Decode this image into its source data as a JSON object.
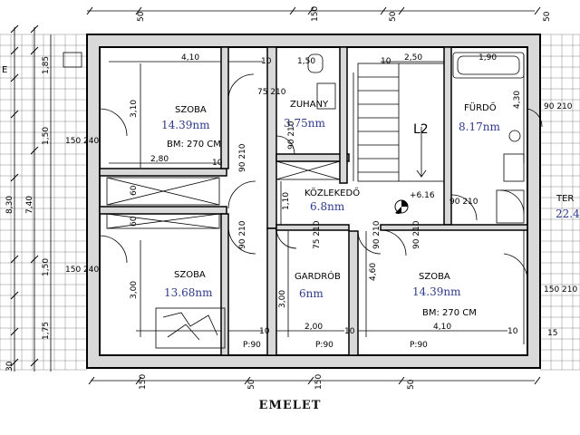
{
  "caption": "EMELET",
  "rooms": {
    "szoba1": {
      "name": "SZOBA",
      "area": "14.39nm",
      "height": "BM: 270 CM"
    },
    "zuhany": {
      "name": "ZUHANY",
      "area": "3.75nm"
    },
    "stair": {
      "name": "L2"
    },
    "furdo": {
      "name": "FÜRDŐ",
      "area": "8.17nm"
    },
    "kozlekedo": {
      "name": "KÖZLEKEDŐ",
      "area": "6.8nm",
      "level": "+6.16"
    },
    "szoba2": {
      "name": "SZOBA",
      "area": "13.68nm"
    },
    "gardrob": {
      "name": "GARDRÓB",
      "area": "6nm"
    },
    "szoba3": {
      "name": "SZOBA",
      "area": "14.39nm",
      "height": "BM: 270 CM"
    },
    "terrace": {
      "name": "TER",
      "area": "22.4"
    }
  },
  "dims": {
    "d410a": "4,10",
    "d250": "2,50",
    "d190": "1,90",
    "d280": "2,80",
    "d200": "2,00",
    "d410b": "4,10",
    "d310": "3,10",
    "d300a": "3,00",
    "d300b": "3,00",
    "d430": "4,30",
    "d460": "4,60",
    "d110": "1,10",
    "d830": "8,30",
    "d740": "7,40",
    "d150a": "1,50",
    "d150b": "1,50",
    "d175": "1,75",
    "d185": "1,85",
    "d10a": "10",
    "d10b": "10",
    "d10c": "10",
    "d10d": "10",
    "d10e": "10",
    "d10f": "10",
    "d60a": "60",
    "d60b": "60",
    "d15": "15",
    "d30": "30",
    "d150c": "1,50"
  },
  "openings": {
    "win1": "150 240",
    "win2": "150 240",
    "win3": "90 210",
    "win4": "150 210",
    "door1": "75 210",
    "door2": "90 210",
    "door3": "90 210",
    "door4": "90 210",
    "door5": "75 210",
    "door6": "90 210",
    "door7": "90 210",
    "door8": "90 210"
  },
  "parapets": {
    "p1": "P:90",
    "p2": "P:90",
    "p3": "P:90"
  },
  "edges": {
    "left": "E"
  },
  "marks": {
    "top1": "50",
    "top2": "150",
    "top3": "50",
    "top4": "50",
    "bot1": "150",
    "bot2": "50",
    "bot3": "150",
    "bot4": "50"
  }
}
